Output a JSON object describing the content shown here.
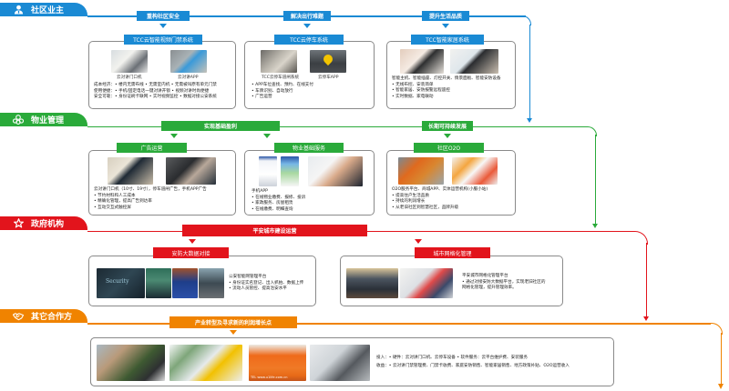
{
  "colors": {
    "owners": "#1a8ad4",
    "property": "#2aaa3a",
    "government": "#e2141c",
    "partners": "#f08300",
    "card_border": "#8a8a8a"
  },
  "sections": {
    "owners": {
      "label": "社区业主",
      "icon": "person-icon",
      "goals": [
        "重构社区安全",
        "解决出行难题",
        "提升生活品质"
      ],
      "cards": [
        {
          "title": "TCC云智能视频门禁系统",
          "images": [
            "云对讲门口机",
            "云对讲APP"
          ],
          "lines": [
            "成本经济：• 楼内无需布线  • 无需室内机  • 无需被叫原有单元门禁",
            "使用便捷：• 手机/固定电话一键对讲开锁  • 视频对讲时尚便捷",
            "安全可靠：• 身份证刷卡联网  • 实时视频监控  • 数据对接公安系统"
          ]
        },
        {
          "title": "TCC云停车系统",
          "images": [
            "TCC云停车道闸系统",
            "云停车APP"
          ],
          "lines": [
            "• APP车位查找、预约、在线支付",
            "• 车牌识别、自动放行",
            "• 广告运营"
          ]
        },
        {
          "title": "TCC智能家居系统",
          "images": [],
          "lines": [
            "智能主机、智能插座、灯控开关、情景面板、智能安防设备",
            "• 无线布控、安装简单",
            "• 智能家居、安防报警远程遥控",
            "• 实时数据、家电联动"
          ]
        }
      ]
    },
    "property": {
      "label": "物业管理",
      "icon": "group-icon",
      "goals": [
        "实现基础盈利",
        "长期可持续发展"
      ],
      "cards": [
        {
          "title": "广告运营",
          "lines": [
            "云对讲门口机（10寸、19寸），停车道闸广告，手机APP广告",
            "• 节约材料和人工成本",
            "• 精确化管理，提高广告到达率",
            "• 互动交互式触控屏"
          ]
        },
        {
          "title": "物业基础服务",
          "lines": [
            "手机APP",
            "• 在线物业缴费、报修、投诉",
            "• 家政服务、房屋租赁",
            "• 在线缴费、明细查询"
          ]
        },
        {
          "title": "社区O2O",
          "lines": [
            "O2O服务平台、商城APP、实体运营机构(小服小站)",
            "• 提高住户生活品质",
            "• 持续的利润增长",
            "• 从老旧社区到智慧社区，品牌升级"
          ]
        }
      ]
    },
    "government": {
      "label": "政府机构",
      "icon": "star-icon",
      "goals": [
        "平安城市建设运营"
      ],
      "cards": [
        {
          "title": "安防大数据对接",
          "image_caption": "Security",
          "lines": [
            "公安智能网管理平台",
            "• 身份证实名登记、出入抓拍、数据上传",
            "• 流动人员管控、提高治安水平"
          ]
        },
        {
          "title": "城市网格化管理",
          "lines": [
            "平安城市网格化管理平台",
            "• 通过对接安防大数据平台，实现老旧社区的",
            "   网格化管理，提升管理效率。"
          ]
        }
      ]
    },
    "partners": {
      "label": "其它合作方",
      "icon": "handshake-icon",
      "goals": [
        "产业转型及寻求新的利润增长点"
      ],
      "card": {
        "image_caption": "TEL www.u1life.com.cn",
        "lines": [
          "投入：• 硬件：云对讲门口机、云停车设备       • 软件服务：云平台维护费、安装服务",
          "收益：• 云对讲门禁管理费、门禁卡收费、家庭安防销售、智能家居销售、地方政策补贴、O2O运营收入"
        ]
      }
    }
  }
}
